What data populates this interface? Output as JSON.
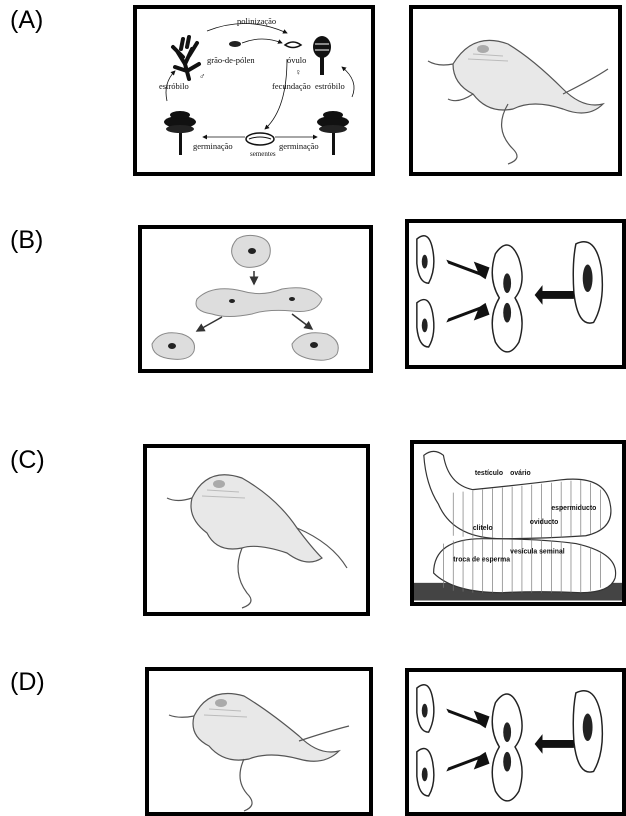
{
  "options": [
    {
      "letter": "(A)"
    },
    {
      "letter": "(B)"
    },
    {
      "letter": "(C)"
    },
    {
      "letter": "(D)"
    }
  ],
  "pine_cycle": {
    "polinizacao": "polinização",
    "grao_de_polen": "grão-de-pólen",
    "ovulo": "óvulo",
    "male_symbol": "♂",
    "female_symbol": "♀",
    "estrobilo_left": "estróbilo",
    "estrobilo_right": "estróbilo",
    "fecundacao": "fecundação",
    "germinacao_left": "germinação",
    "germinacao_right": "germinação",
    "sementes": "sementes"
  },
  "earthworm": {
    "testiculo": "testículo",
    "ovario": "ovário",
    "espermiducto": "espermiducto",
    "oviducto": "oviducto",
    "clitelo": "clitelo",
    "vesicula_seminal": "vesícula seminal",
    "troca_de_esperma": "troca de esperma"
  }
}
